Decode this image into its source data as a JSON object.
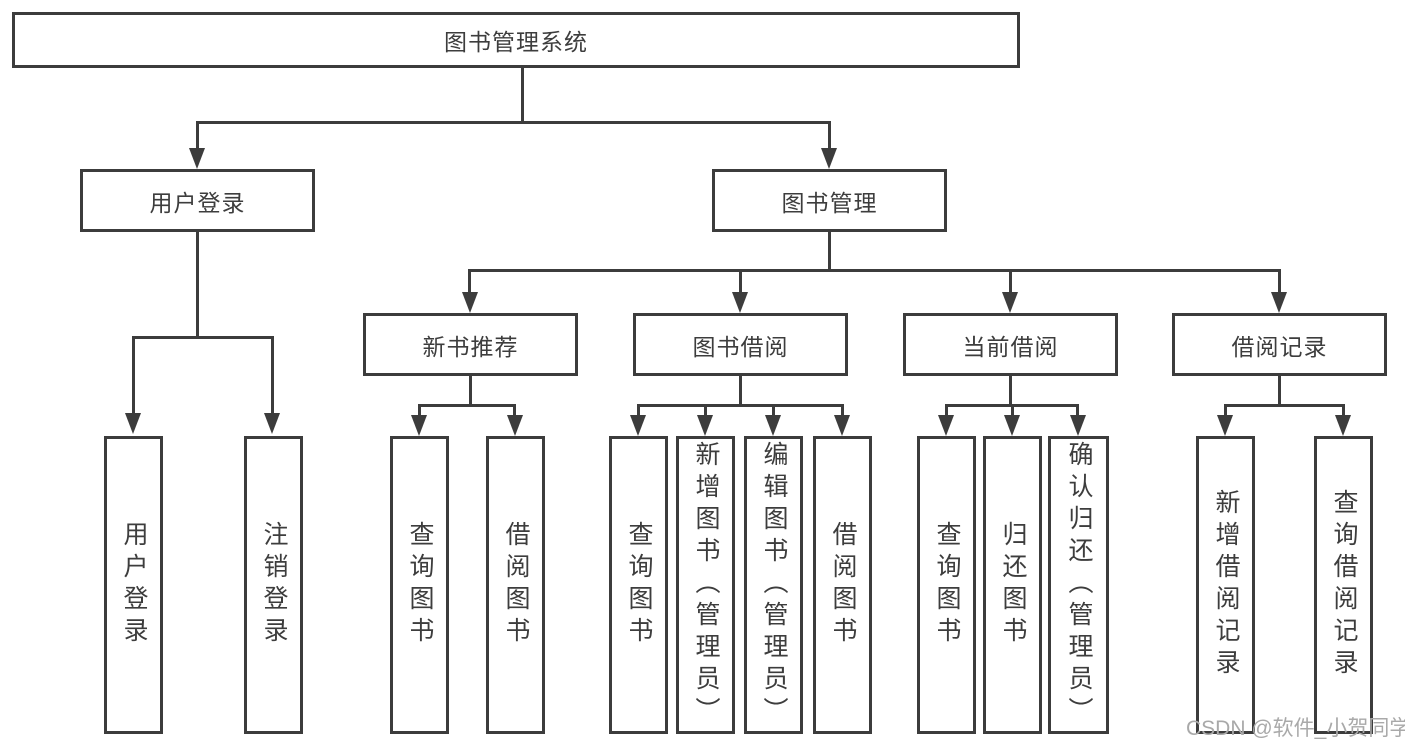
{
  "tree": {
    "label": "图书管理系统",
    "children": [
      {
        "label": "用户登录",
        "children": [
          {
            "label": "用户登录"
          },
          {
            "label": "注销登录"
          }
        ]
      },
      {
        "label": "图书管理",
        "children": [
          {
            "label": "新书推荐",
            "children": [
              {
                "label": "查询图书"
              },
              {
                "label": "借阅图书"
              }
            ]
          },
          {
            "label": "图书借阅",
            "children": [
              {
                "label": "查询图书"
              },
              {
                "label": "新增图书（管理员）"
              },
              {
                "label": "编辑图书（管理员）"
              },
              {
                "label": "借阅图书"
              }
            ]
          },
          {
            "label": "当前借阅",
            "children": [
              {
                "label": "查询图书"
              },
              {
                "label": "归还图书"
              },
              {
                "label": "确认归还（管理员）"
              }
            ]
          },
          {
            "label": "借阅记录",
            "children": [
              {
                "label": "新增借阅记录"
              },
              {
                "label": "查询借阅记录"
              }
            ]
          }
        ]
      }
    ]
  },
  "watermark": "CSDN @软件_小贺同学",
  "colors": {
    "line": "#3c3c3c",
    "text": "#3d3d3d",
    "watermark": "#a9a9a9",
    "background": "#ffffff"
  }
}
